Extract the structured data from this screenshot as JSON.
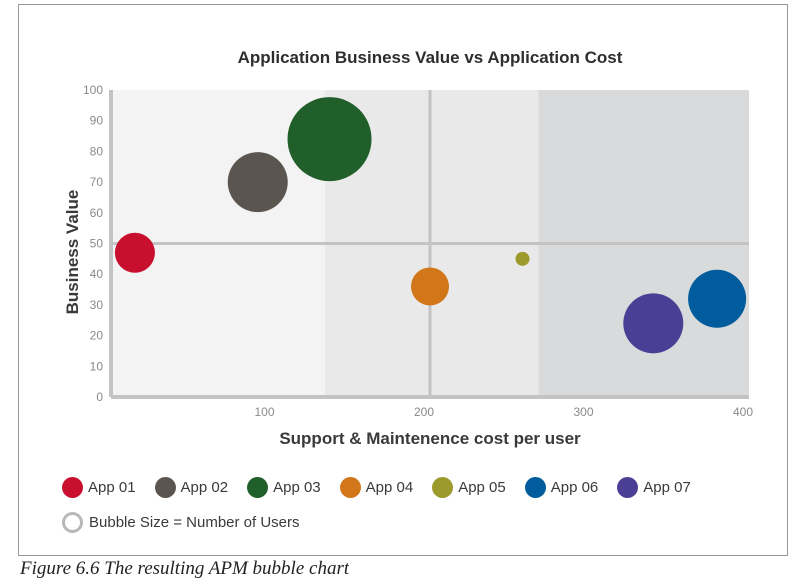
{
  "chart_data": {
    "type": "scatter",
    "title": "Application Business Value vs Application Cost",
    "xlabel": "Support & Maintenence cost per user",
    "ylabel": "Business Value",
    "xlim": [
      0,
      400
    ],
    "ylim": [
      0,
      100
    ],
    "x_ticks": [
      100,
      200,
      300,
      400
    ],
    "y_ticks": [
      0,
      10,
      20,
      30,
      40,
      50,
      60,
      70,
      80,
      90,
      100
    ],
    "quadrant_lines": {
      "x": 200,
      "y": 50
    },
    "shaded_regions": [
      {
        "x_from": 0,
        "x_to": 134,
        "color": "#f3f3f3"
      },
      {
        "x_from": 134,
        "x_to": 268,
        "color": "#e9e9e9"
      },
      {
        "x_from": 268,
        "x_to": 400,
        "color": "#d9dadc"
      }
    ],
    "series": [
      {
        "name": "App 01",
        "x": 15,
        "y": 47,
        "size": 2.0,
        "color": "#c8102e"
      },
      {
        "name": "App 02",
        "x": 92,
        "y": 70,
        "size": 3.0,
        "color": "#5b554f"
      },
      {
        "name": "App 03",
        "x": 137,
        "y": 84,
        "size": 4.2,
        "color": "#215f2a"
      },
      {
        "name": "App 04",
        "x": 200,
        "y": 36,
        "size": 1.9,
        "color": "#d2761a"
      },
      {
        "name": "App 05",
        "x": 258,
        "y": 45,
        "size": 0.7,
        "color": "#9c9a2a"
      },
      {
        "name": "App 06",
        "x": 380,
        "y": 32,
        "size": 2.9,
        "color": "#005c9c"
      },
      {
        "name": "App 07",
        "x": 340,
        "y": 24,
        "size": 3.0,
        "color": "#4a3f95"
      }
    ],
    "legend_note": "Bubble Size = Number of Users",
    "legend_position": "bottom"
  },
  "caption": "Figure 6.6 The resulting APM bubble chart"
}
